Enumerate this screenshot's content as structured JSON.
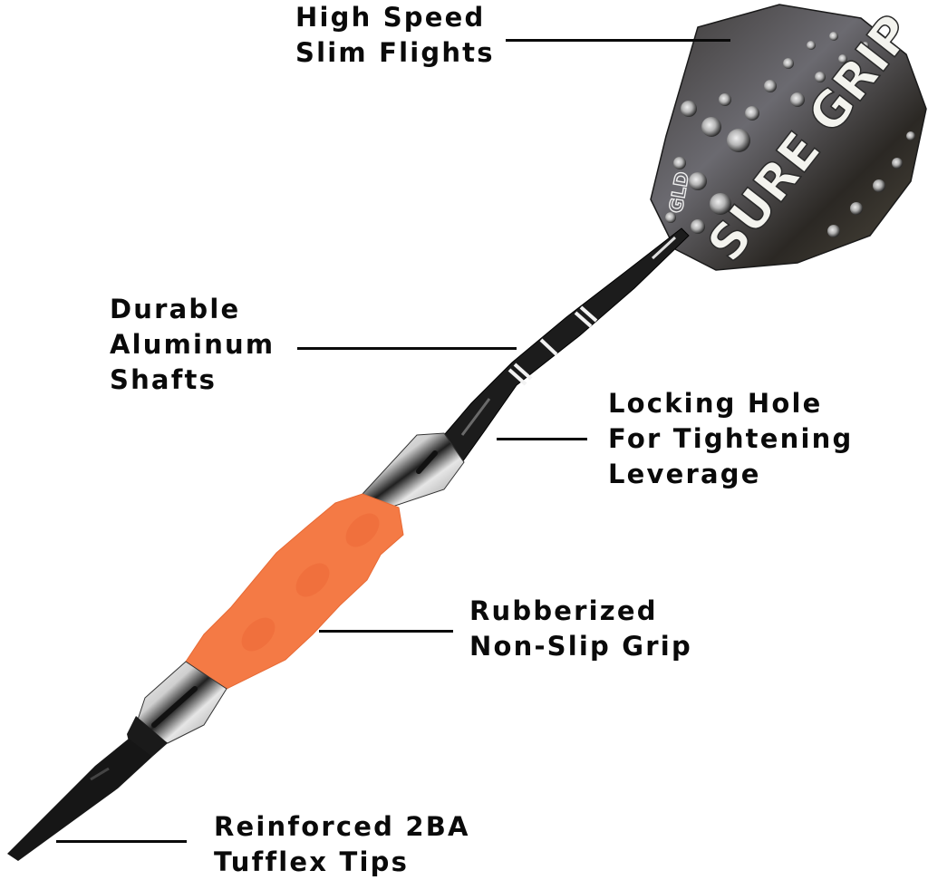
{
  "diagram": {
    "subject": "Sure Grip soft tip dart",
    "flight_print": "SURE GRIP",
    "flight_logo": "GLD",
    "colors": {
      "text": "#0a0a0a",
      "grip": "#f47a45",
      "grip_shade": "#ee6a38",
      "shaft": "#1a1a1a",
      "barrel_chrome": "#d9d9d9",
      "flight_dark": "#2a2622"
    },
    "callouts": [
      {
        "id": "flights",
        "lines": [
          "High Speed",
          "Slim Flights"
        ]
      },
      {
        "id": "shafts",
        "lines": [
          "Durable",
          "Aluminum",
          "Shafts"
        ]
      },
      {
        "id": "locking-hole",
        "lines": [
          "Locking Hole",
          "For Tightening",
          "Leverage"
        ]
      },
      {
        "id": "grip",
        "lines": [
          "Rubberized",
          "Non-Slip Grip"
        ]
      },
      {
        "id": "tips",
        "lines": [
          "Reinforced 2BA",
          "Tufflex Tips"
        ]
      }
    ]
  }
}
